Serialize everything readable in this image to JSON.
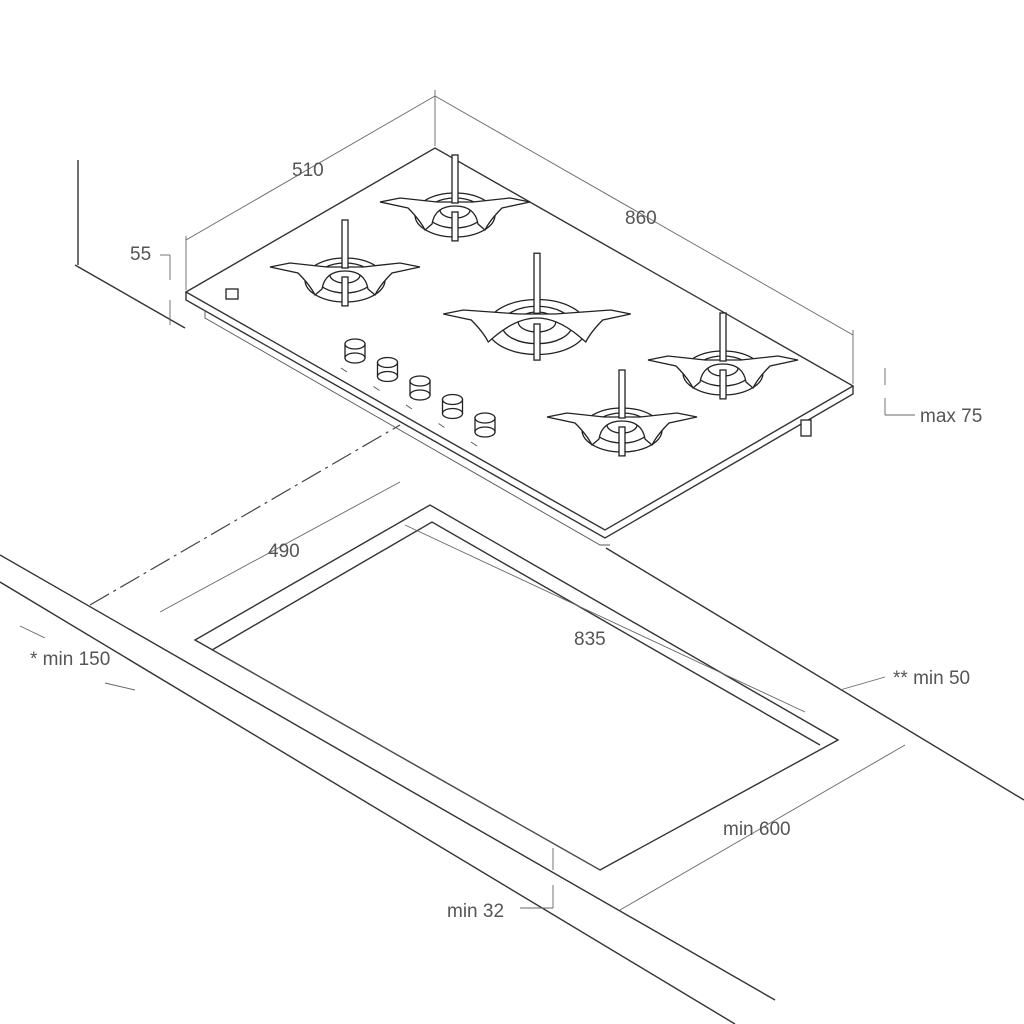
{
  "title": "Gas hob installation diagram",
  "dimensions": {
    "depth": "510",
    "width": "860",
    "glass_height": "55",
    "total_height": "max 75",
    "cutout_depth": "490",
    "cutout_width": "835",
    "wall_clearance": "* min 150",
    "side_clearance": "** min 50",
    "cabinet_depth": "min 600",
    "worktop_thickness": "min 32"
  },
  "burners": [
    "auxiliary-left",
    "semi-rapid-rear",
    "wok-center",
    "semi-rapid-right",
    "semi-rapid-front"
  ],
  "knob_count": 5,
  "colors": {
    "line": "#333333",
    "text": "#555555",
    "background": "#ffffff"
  }
}
